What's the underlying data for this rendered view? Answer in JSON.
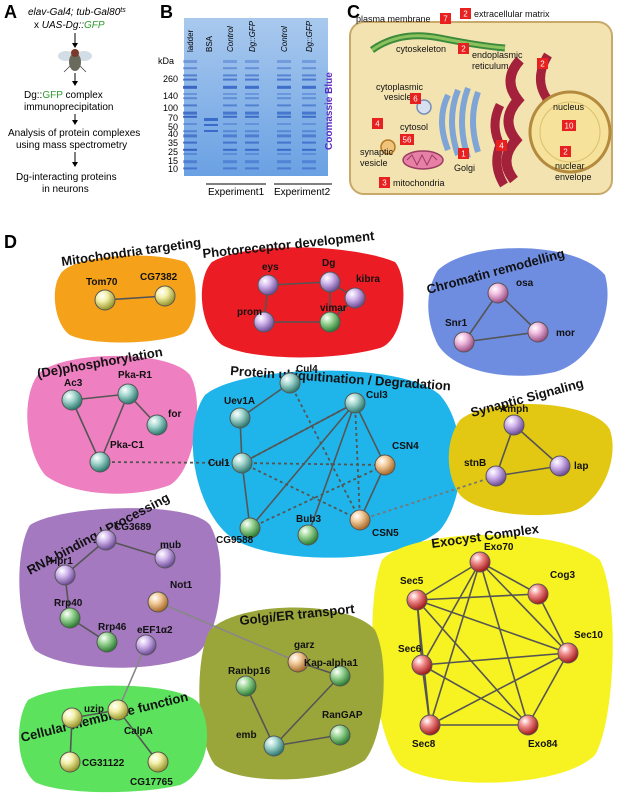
{
  "panels": {
    "a": "A",
    "b": "B",
    "c": "C",
    "d": "D"
  },
  "panelA": {
    "line1": "elav-Gal4; tub-Gal80",
    "line1_sup": "ts",
    "line2_prefix": "x ",
    "line2": "UAS-Dg::",
    "line2_green": "GFP",
    "step1a": "Dg::",
    "step1a_green": "GFP",
    "step1b": " complex",
    "step1c": "immunoprecipitation",
    "step2a": "Analysis of protein complexes",
    "step2b": "using mass spectrometry",
    "step3a": "Dg-interacting proteins",
    "step3b": "in neurons"
  },
  "panelB": {
    "kda": "kDa",
    "markers": [
      "260",
      "140",
      "100",
      "70",
      "50",
      "40",
      "35",
      "25",
      "15",
      "10"
    ],
    "lanes": [
      "ladder",
      "BSA",
      "Control",
      "Dg::GFP",
      "Control",
      "Dg::GFP"
    ],
    "stain": "Coomassie Blue",
    "exp1": "Experiment1",
    "exp2": "Experiment2"
  },
  "panelC": {
    "labels": {
      "plasma_membrane": "plasma membrane",
      "ecm": "extracellular matrix",
      "cytoskeleton": "cytoskeleton",
      "er1": "endoplasmic",
      "er2": "reticulum",
      "cytovesicle1": "cytoplasmic",
      "cytovesicle2": "vesicle",
      "cytosol": "cytosol",
      "synvesicle1": "synaptic",
      "synvesicle2": "vesicle",
      "golgi": "Golgi",
      "nucleus": "nucleus",
      "nucenv1": "nuclear",
      "nucenv2": "envelope",
      "mito": "mitochondria"
    },
    "counts": {
      "plasma_membrane": "7",
      "ecm": "2",
      "cytoskeleton": "2",
      "er": "2",
      "cytovesicle": "6",
      "cytosol": "56",
      "synvesicle": "4",
      "golgi": "1",
      "golgi2": "4",
      "nucleus": "10",
      "nucenv": "2",
      "mito": "3"
    },
    "colors": {
      "cell": "#f3e3b0",
      "count_box": "#e8201f"
    }
  },
  "clusters": [
    {
      "id": "mito",
      "title": "Mitochondria targeting",
      "color": "#f5a21a",
      "nodes": [
        "Tom70",
        "CG7382"
      ]
    },
    {
      "id": "photo",
      "title": "Photoreceptor development",
      "color": "#ec1c24",
      "nodes": [
        "eys",
        "Dg",
        "kibra",
        "prom",
        "vimar"
      ]
    },
    {
      "id": "chrom",
      "title": "Chromatin remodelling",
      "color": "#6f8de0",
      "nodes": [
        "osa",
        "Snr1",
        "mor"
      ]
    },
    {
      "id": "dephos",
      "title": "(De)phosphorylation",
      "color": "#ee7fc0",
      "nodes": [
        "Ac3",
        "Pka-R1",
        "for",
        "Pka-C1"
      ]
    },
    {
      "id": "ubiq",
      "title": "Protein ubiquitination / Degradation",
      "color": "#1fb5ea",
      "nodes": [
        "Cul4",
        "Uev1A",
        "Cul3",
        "CSN4",
        "Cul1",
        "CG9588",
        "Bub3",
        "CSN5"
      ]
    },
    {
      "id": "syn",
      "title": "Synaptic Signaling",
      "color": "#e2c812",
      "nodes": [
        "Amph",
        "stnB",
        "lap"
      ]
    },
    {
      "id": "rna",
      "title": "RNA binding / Processing",
      "color": "#a479bf",
      "nodes": [
        "CG3689",
        "Hpr1",
        "mub",
        "Not1",
        "Rrp40",
        "Rrp46",
        "eEF1α2"
      ]
    },
    {
      "id": "exo",
      "title": "Exocyst Complex",
      "color": "#f7f221",
      "nodes": [
        "Exo70",
        "Sec5",
        "Cog3",
        "Sec10",
        "Sec6",
        "Sec8",
        "Exo84"
      ]
    },
    {
      "id": "golgi",
      "title": "Golgi/ER transport",
      "color": "#9aa63a",
      "nodes": [
        "garz",
        "Ranbp16",
        "Kap-alpha1",
        "RanGAP",
        "emb"
      ]
    },
    {
      "id": "memb",
      "title": "Cellular membrane function",
      "color": "#5ce25c",
      "nodes": [
        "uzip",
        "CalpA",
        "CG31122",
        "CG17765"
      ]
    }
  ]
}
